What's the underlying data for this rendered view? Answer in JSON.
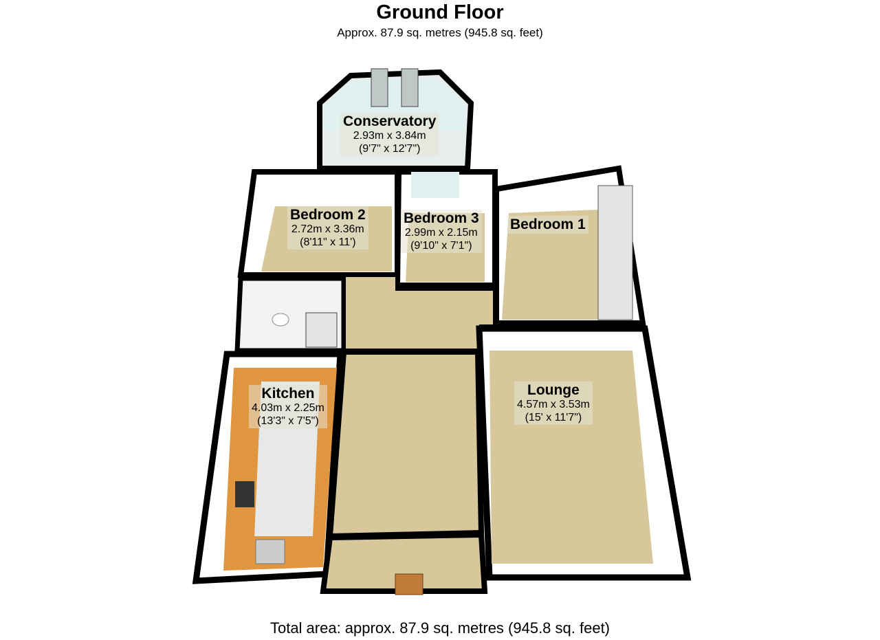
{
  "header": {
    "title": "Ground Floor",
    "subtitle": "Approx.  87.9 sq. metres (945.8 sq. feet)"
  },
  "rooms": [
    {
      "name": "Conservatory",
      "metric": "2.93m x 3.84m",
      "imperial": "(9'7\" x 12'7\")"
    },
    {
      "name": "Bedroom 2",
      "metric": "2.72m x 3.36m",
      "imperial": "(8'11\" x 11')"
    },
    {
      "name": "Bedroom 3",
      "metric": "2.99m x 2.15m",
      "imperial": "(9'10\" x 7'1\")"
    },
    {
      "name": "Bedroom 1"
    },
    {
      "name": "Kitchen",
      "metric": "4.03m x 2.25m",
      "imperial": "(13'3\" x 7'5\")"
    },
    {
      "name": "Lounge",
      "metric": "4.57m x 3.53m",
      "imperial": "(15' x 11'7\")"
    }
  ],
  "footer": {
    "total": "Total area: approx.  87.9 sq. metres (945.8 sq. feet)"
  },
  "colors": {
    "carpet": "#d6c89a",
    "wall": "#000000",
    "tile": "#e6e9e8",
    "worktop": "#e0963f",
    "glass": "#dff0ee"
  }
}
